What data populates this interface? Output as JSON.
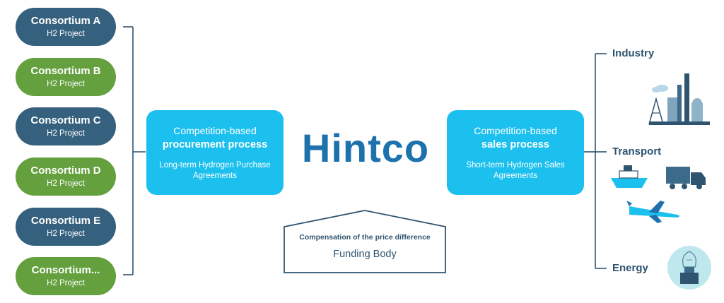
{
  "consortia": [
    {
      "name": "Consortium A",
      "sub": "H2 Project",
      "color": "#36617e"
    },
    {
      "name": "Consortium B",
      "sub": "H2 Project",
      "color": "#64a03e"
    },
    {
      "name": "Consortium C",
      "sub": "H2 Project",
      "color": "#36617e"
    },
    {
      "name": "Consortium D",
      "sub": "H2 Project",
      "color": "#64a03e"
    },
    {
      "name": "Consortium E",
      "sub": "H2 Project",
      "color": "#36617e"
    },
    {
      "name": "Consortium...",
      "sub": "H2 Project",
      "color": "#64a03e"
    }
  ],
  "procurement": {
    "line1": "Competition-based",
    "line2": "procurement process",
    "line3": "Long-term Hydrogen Purchase",
    "line4": "Agreements"
  },
  "sales": {
    "line1": "Competition-based",
    "line2": "sales process",
    "line3": "Short-term Hydrogen Sales",
    "line4": "Agreements"
  },
  "brand": "Hintco",
  "funding": {
    "title": "Compensation of the price difference",
    "name": "Funding Body"
  },
  "sectors": {
    "industry": "Industry",
    "transport": "Transport",
    "energy": "Energy"
  },
  "colors": {
    "navy": "#36617e",
    "green": "#64a03e",
    "cyan": "#1cc0ee",
    "brand": "#1d71ad",
    "line": "#2f5470"
  }
}
